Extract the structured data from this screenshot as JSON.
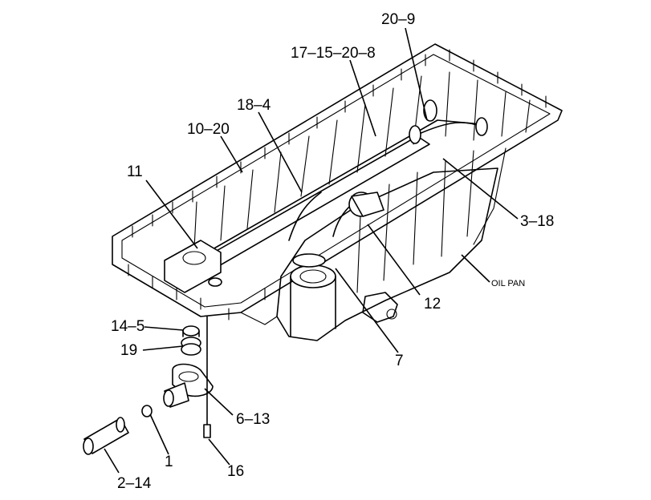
{
  "diagram": {
    "callouts": {
      "c20_9": "20–9",
      "c17_15_20_8": "17–15–20–8",
      "c18_4": "18–4",
      "c10_20": "10–20",
      "c11": "11",
      "c3_18": "3–18",
      "c12": "12",
      "c7": "7",
      "c14_5": "14–5",
      "c19": "19",
      "c6_13": "6–13",
      "c1": "1",
      "c16": "16",
      "c2_14": "2–14"
    },
    "oil_pan_label": "OIL PAN"
  }
}
